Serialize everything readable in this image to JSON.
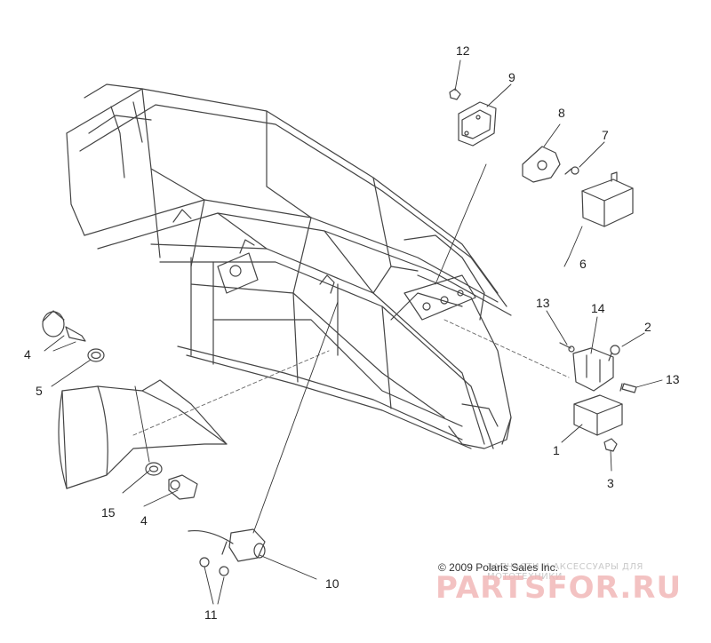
{
  "callouts": {
    "c1": "1",
    "c2": "2",
    "c3": "3",
    "c4a": "4",
    "c4b": "4",
    "c5": "5",
    "c6": "6",
    "c7": "7",
    "c8": "8",
    "c9": "9",
    "c10": "10",
    "c11": "11",
    "c12": "12",
    "c13a": "13",
    "c13b": "13",
    "c14": "14",
    "c15": "15"
  },
  "copyright": "© 2009 Polaris Sales Inc.",
  "watermark": {
    "small": "ЗАПЧАСТИ И АКСЕССУАРЫ ДЛЯ МОТОТЕХНИКИ",
    "big": "PARTSFOR.RU"
  },
  "colors": {
    "line": "#333333",
    "watermark": "#f2b8b8"
  }
}
